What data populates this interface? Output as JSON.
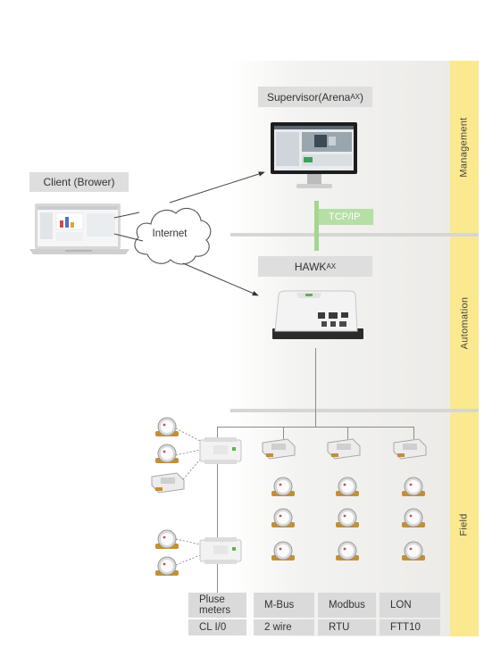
{
  "zones": {
    "management": "Management",
    "automation": "Automation",
    "field": "Field"
  },
  "supervisor": {
    "label": "Supervisor(Arena",
    "sup": "AX",
    "tail": ")"
  },
  "client": {
    "label": "Client (Brower)"
  },
  "internet": {
    "label": "Internet"
  },
  "tcp": {
    "label": "TCP/IP"
  },
  "hawk": {
    "label": "HAWK",
    "sup": "AX"
  },
  "columns": [
    {
      "top": "Pluse meters",
      "bottom": "CL I/0"
    },
    {
      "top": "M-Bus",
      "bottom": "2 wire"
    },
    {
      "top": "Modbus",
      "bottom": "RTU"
    },
    {
      "top": "LON",
      "bottom": "FTT10"
    }
  ],
  "colors": {
    "band": "#fbe98f",
    "tcp_line": "#a5d690",
    "label_box": "#dedede"
  }
}
